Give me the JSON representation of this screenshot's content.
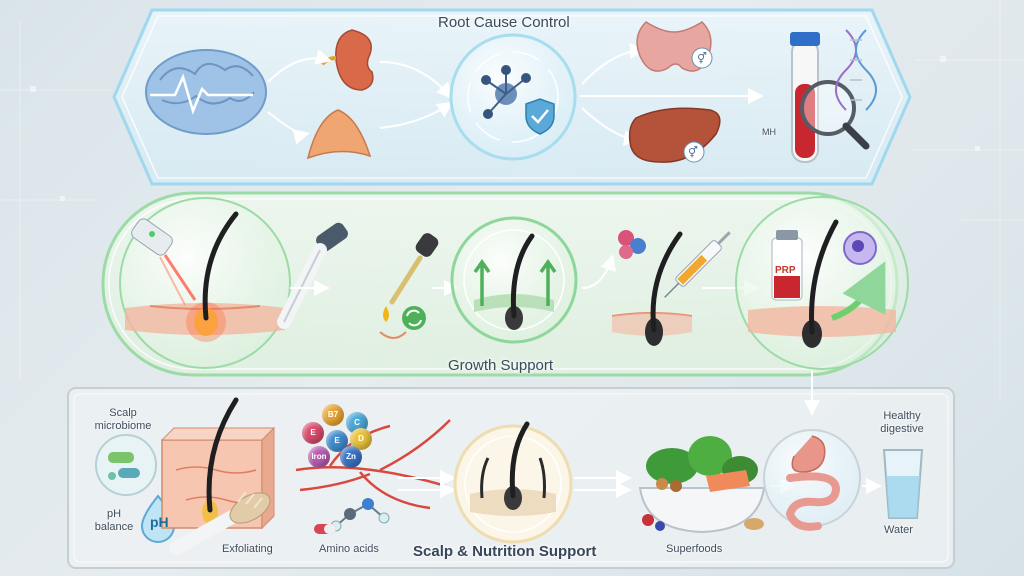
{
  "sections": {
    "root": {
      "title": "Root Cause Control"
    },
    "growth": {
      "title": "Growth Support"
    },
    "nutrition": {
      "title": "Scalp & Nutrition Support"
    }
  },
  "labels": {
    "scalp_microbiome": "Scalp microbiome",
    "ph_balance": "pH balance",
    "ph_bubble": "pH",
    "exfoliating": "Exfoliating",
    "amino_acids": "Amino acids",
    "superfoods": "Superfoods",
    "healthy_digestive": "Healthy digestive",
    "water": "Water",
    "prp": "PRP",
    "mh": "MH"
  },
  "vitamins": [
    {
      "text": "B7",
      "color": "#e8a531"
    },
    {
      "text": "E",
      "color": "#d84b6a"
    },
    {
      "text": "C",
      "color": "#4aa8d8"
    },
    {
      "text": "D",
      "color": "#e7c23a"
    },
    {
      "text": "E",
      "color": "#3f8ccc"
    },
    {
      "text": "Iron",
      "color": "#b65bb0"
    },
    {
      "text": "Zn",
      "color": "#3a72c4"
    }
  ],
  "colors": {
    "root_glow": "#8fd3f0",
    "growth_glow": "#8fdc9a",
    "nutrition_border": "#b9c4c9",
    "arrow": "#ffffff",
    "vessel": "#d9483e"
  }
}
